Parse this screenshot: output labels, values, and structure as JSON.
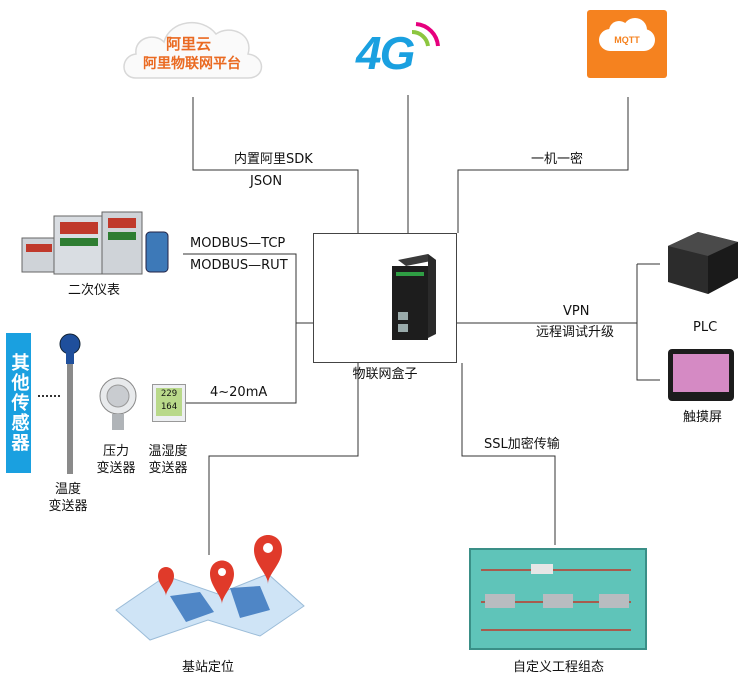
{
  "cloud": {
    "brand": "阿里云",
    "platform": "阿里物联网平台"
  },
  "network_logo": "4G",
  "mqtt_logo": "MQTT",
  "links": {
    "sdk": "内置阿里SDK",
    "json": "JSON",
    "one_key": "一机一密",
    "modbus_tcp": "MODBUS—TCP",
    "modbus_rut": "MODBUS—RUT",
    "current": "4~20mA",
    "vpn": "VPN",
    "remote": "远程调试升级",
    "ssl": "SSL加密传输"
  },
  "center_device": "物联网盒子",
  "devices": {
    "instruments": "二次仪表",
    "pressure_1": "压力",
    "pressure_2": "变送器",
    "humidity_1": "温湿度",
    "humidity_2": "变送器",
    "temp_1": "温度",
    "temp_2": "变送器",
    "plc": "PLC",
    "touchscreen": "触摸屏",
    "base_station": "基站定位",
    "scada": "自定义工程组态"
  },
  "side_banner": "其他传感器",
  "sensor_readings": [
    "229",
    "164"
  ],
  "colors": {
    "aliyun": "#ea6a22",
    "mqtt": "#f5821f",
    "banner": "#1aa0e0",
    "pin": "#e03a2a",
    "scada_bg": "#5fc4b9"
  }
}
